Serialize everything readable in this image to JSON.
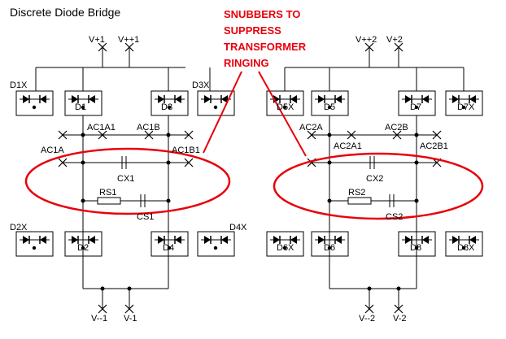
{
  "title": "Discrete Diode Bridge",
  "annotation": [
    "SNUBBERS TO",
    "SUPPRESS",
    "TRANSFORMER",
    "RINGING"
  ],
  "colors": {
    "annotation": "#e8000b",
    "wire": "#000000"
  },
  "labels": {
    "v_p1": "V+1",
    "v_pp1": "V++1",
    "v_pp2": "V++2",
    "v_p2": "V+2",
    "v_m1": "V--1",
    "v_m1b": "V-1",
    "v_m2": "V--2",
    "v_m2b": "V-2",
    "d1x": "D1X",
    "d1": "D1",
    "d3": "D3",
    "d3x": "D3X",
    "d5x": "D5X",
    "d5": "D5",
    "d7": "D7",
    "d7x": "D7X",
    "d2x": "D2X",
    "d2": "D2",
    "d4": "D4",
    "d4x": "D4X",
    "d6x": "D6X",
    "d6": "D6",
    "d8": "D8",
    "d8x": "D8X",
    "ac1a1": "AC1A1",
    "ac1b": "AC1B",
    "ac1a": "AC1A",
    "ac1b1": "AC1B1",
    "ac2a": "AC2A",
    "ac2b": "AC2B",
    "ac2a1": "AC2A1",
    "ac2b1": "AC2B1",
    "cx1": "CX1",
    "rs1": "RS1",
    "cs1": "CS1",
    "cx2": "CX2",
    "rs2": "RS2",
    "cs2": "CS2"
  }
}
